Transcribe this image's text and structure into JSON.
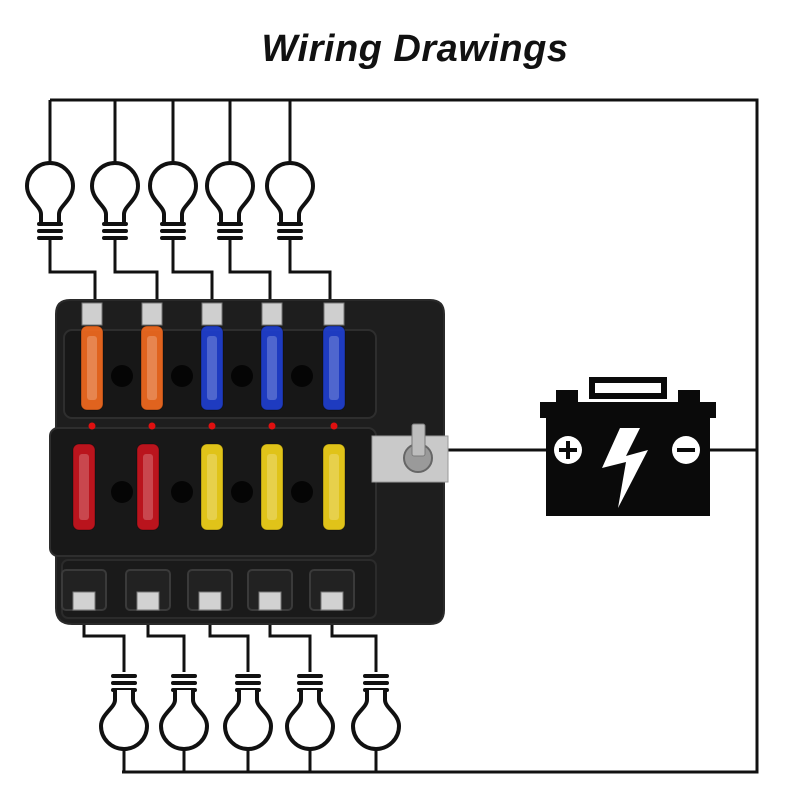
{
  "title": "Wiring Drawings",
  "colors": {
    "wire": "#111111",
    "block": "#1e1e1e",
    "block_edge": "#2c2c2c",
    "fuse_orange": "#f26a1f",
    "fuse_blue": "#1f3fcf",
    "fuse_red": "#c8141e",
    "fuse_yellow": "#f2d21a",
    "led": "#e01010",
    "battery": "#0a0a0a"
  },
  "fuse_rows": {
    "top": [
      "orange",
      "orange",
      "blue",
      "blue",
      "blue"
    ],
    "bottom": [
      "red",
      "red",
      "yellow",
      "yellow",
      "yellow"
    ]
  },
  "icons": {
    "bulbs_top": "light-bulb-icon",
    "bulbs_bottom": "light-bulb-icon",
    "battery": "battery-icon",
    "battery_positive": "plus-icon",
    "battery_negative": "minus-icon",
    "battery_bolt": "lightning-bolt-icon"
  }
}
